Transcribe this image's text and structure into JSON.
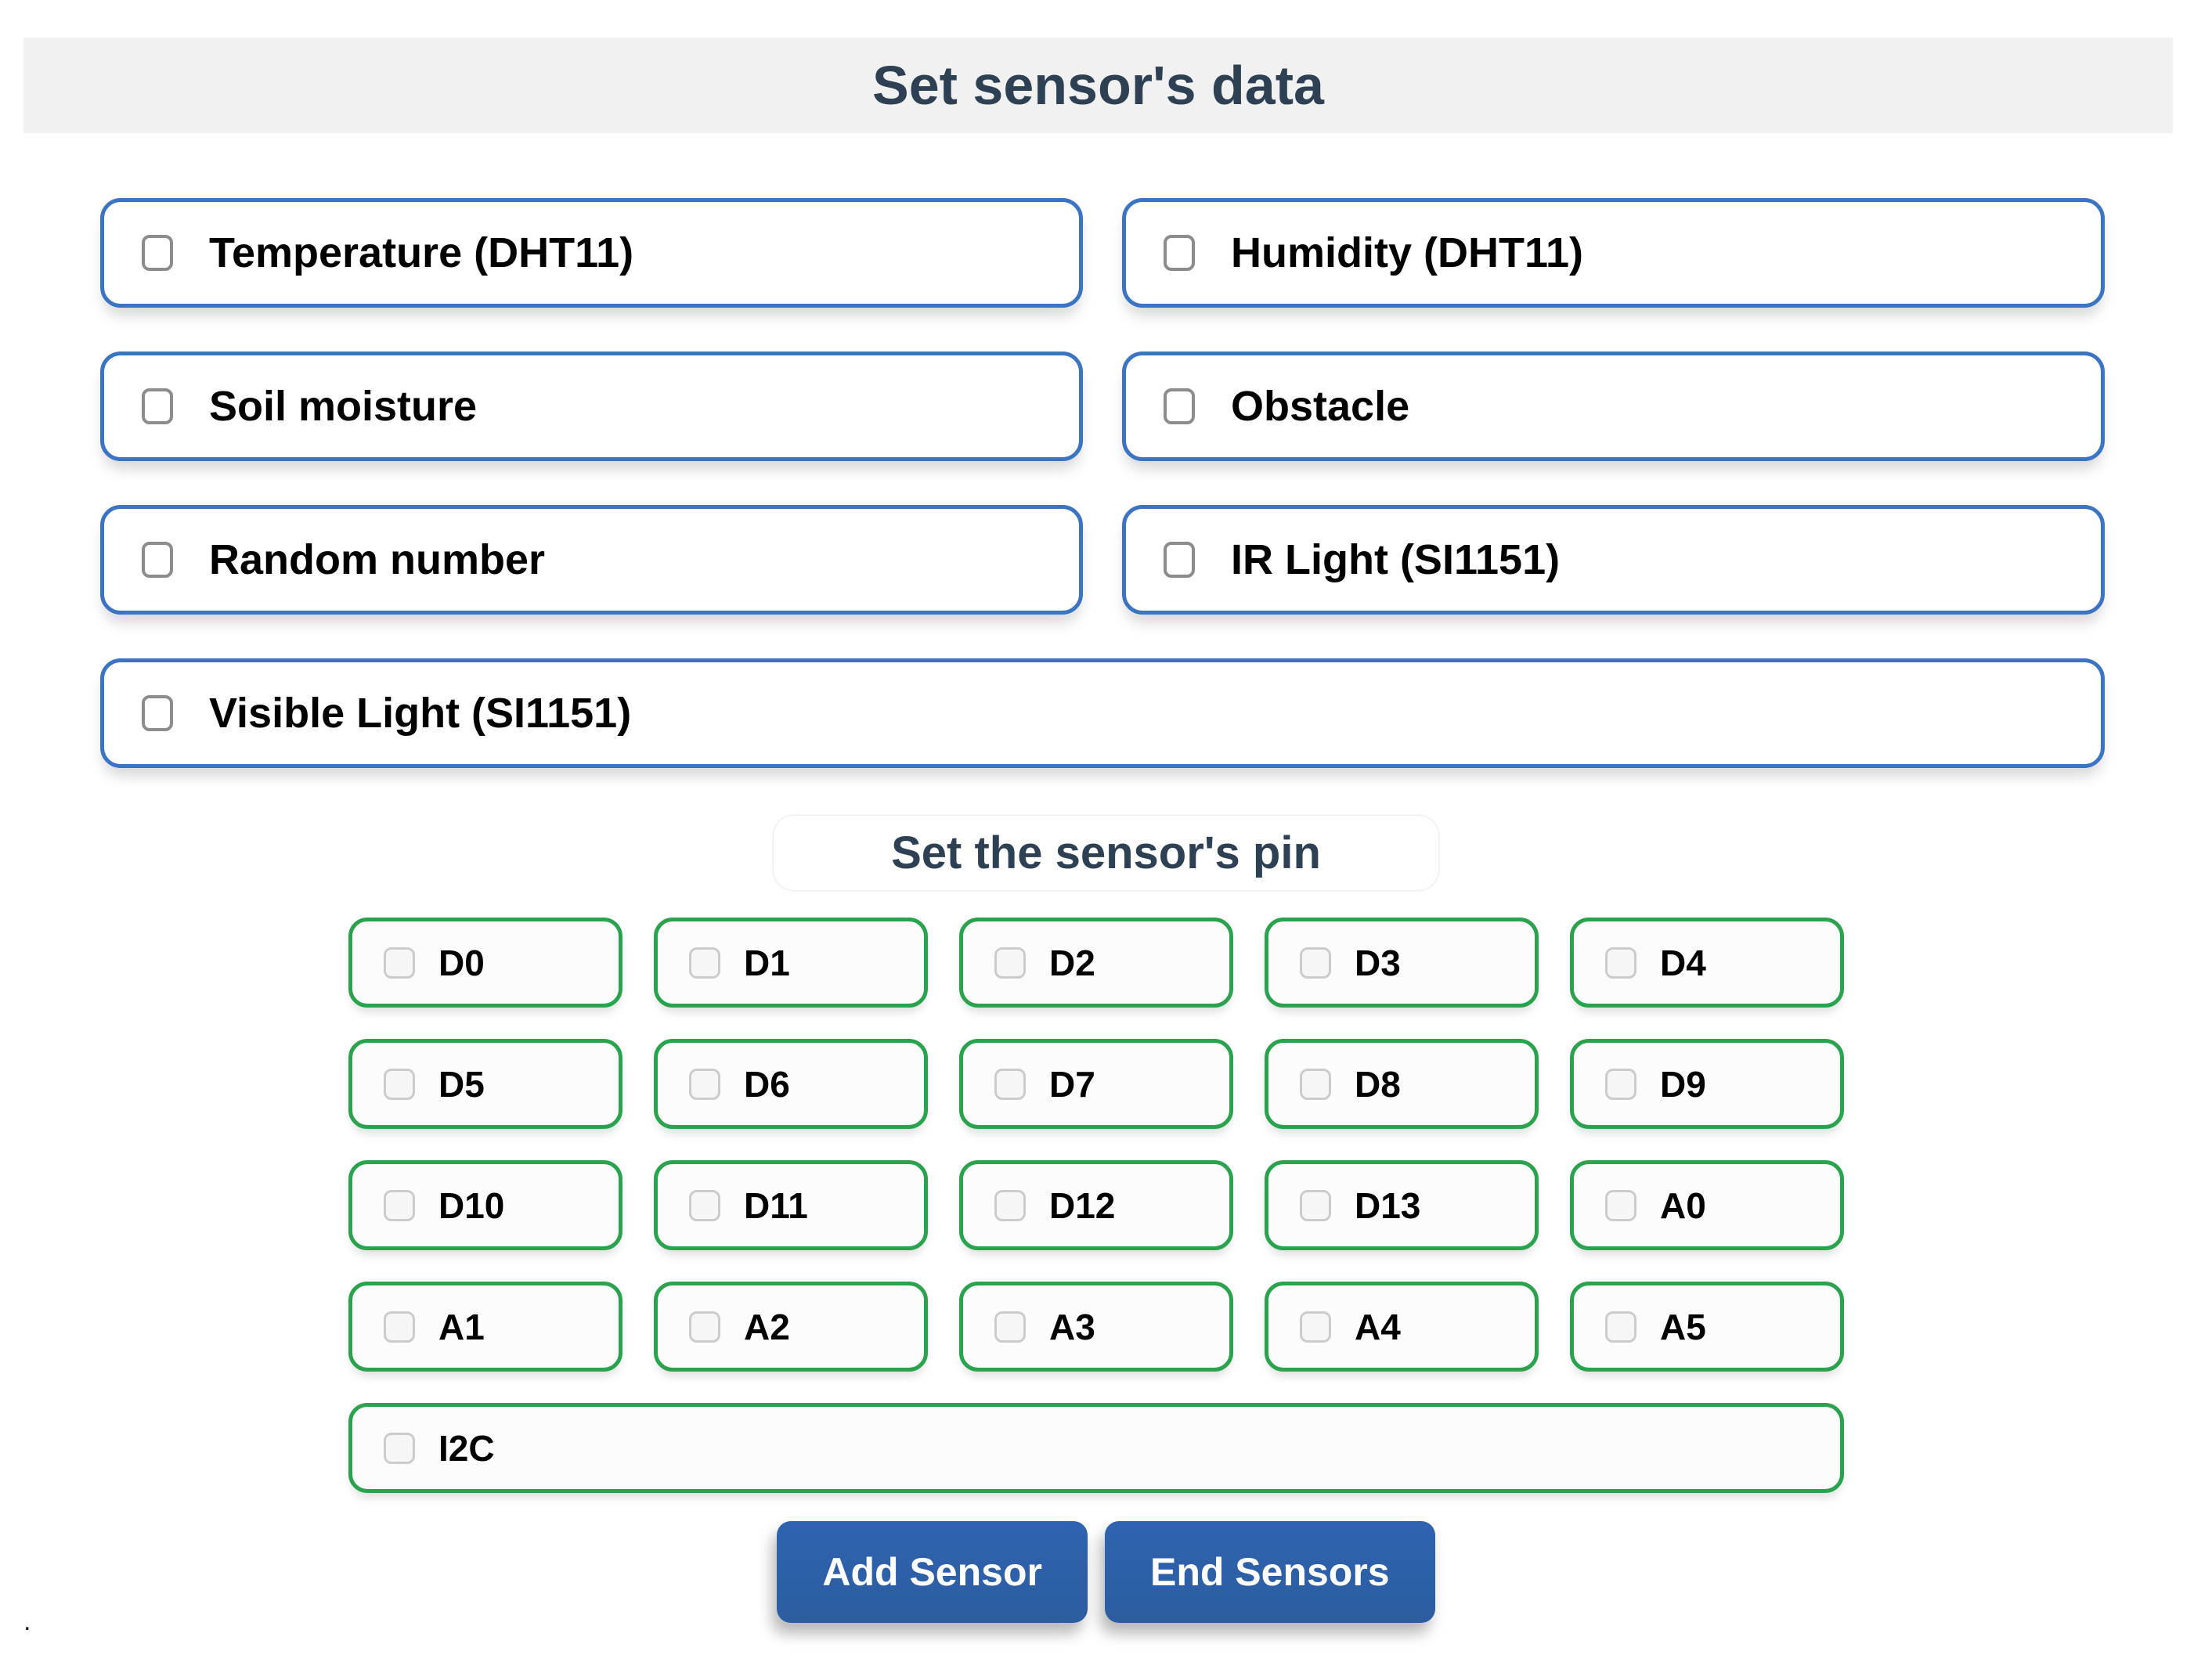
{
  "header": {
    "title": "Set sensor's data"
  },
  "sensor_section": {
    "sensors": [
      {
        "label": "Temperature (DHT11)",
        "full": false
      },
      {
        "label": "Humidity (DHT11)",
        "full": false
      },
      {
        "label": "Soil moisture",
        "full": false
      },
      {
        "label": "Obstacle",
        "full": false
      },
      {
        "label": "Random number",
        "full": false
      },
      {
        "label": "IR Light (SI1151)",
        "full": false
      },
      {
        "label": "Visible Light (SI1151)",
        "full": true
      }
    ],
    "checkbox_state": "unchecked"
  },
  "pin_section": {
    "title": "Set the sensor's pin",
    "pins": [
      {
        "label": "D0",
        "full": false
      },
      {
        "label": "D1",
        "full": false
      },
      {
        "label": "D2",
        "full": false
      },
      {
        "label": "D3",
        "full": false
      },
      {
        "label": "D4",
        "full": false
      },
      {
        "label": "D5",
        "full": false
      },
      {
        "label": "D6",
        "full": false
      },
      {
        "label": "D7",
        "full": false
      },
      {
        "label": "D8",
        "full": false
      },
      {
        "label": "D9",
        "full": false
      },
      {
        "label": "D10",
        "full": false
      },
      {
        "label": "D11",
        "full": false
      },
      {
        "label": "D12",
        "full": false
      },
      {
        "label": "D13",
        "full": false
      },
      {
        "label": "A0",
        "full": false
      },
      {
        "label": "A1",
        "full": false
      },
      {
        "label": "A2",
        "full": false
      },
      {
        "label": "A3",
        "full": false
      },
      {
        "label": "A4",
        "full": false
      },
      {
        "label": "A5",
        "full": false
      },
      {
        "label": "I2C",
        "full": true
      }
    ],
    "checkbox_state": "unchecked"
  },
  "actions": {
    "add_label": "Add Sensor",
    "end_label": "End Sensors"
  },
  "footer": {
    "dot": "."
  },
  "colors": {
    "title_text": "#2e4053",
    "header_bg": "#f1f1f1",
    "sensor_border": "#3b74c2",
    "pin_border": "#2ba24e",
    "button_bg": "#2f63b0",
    "button_text": "#ffffff"
  }
}
